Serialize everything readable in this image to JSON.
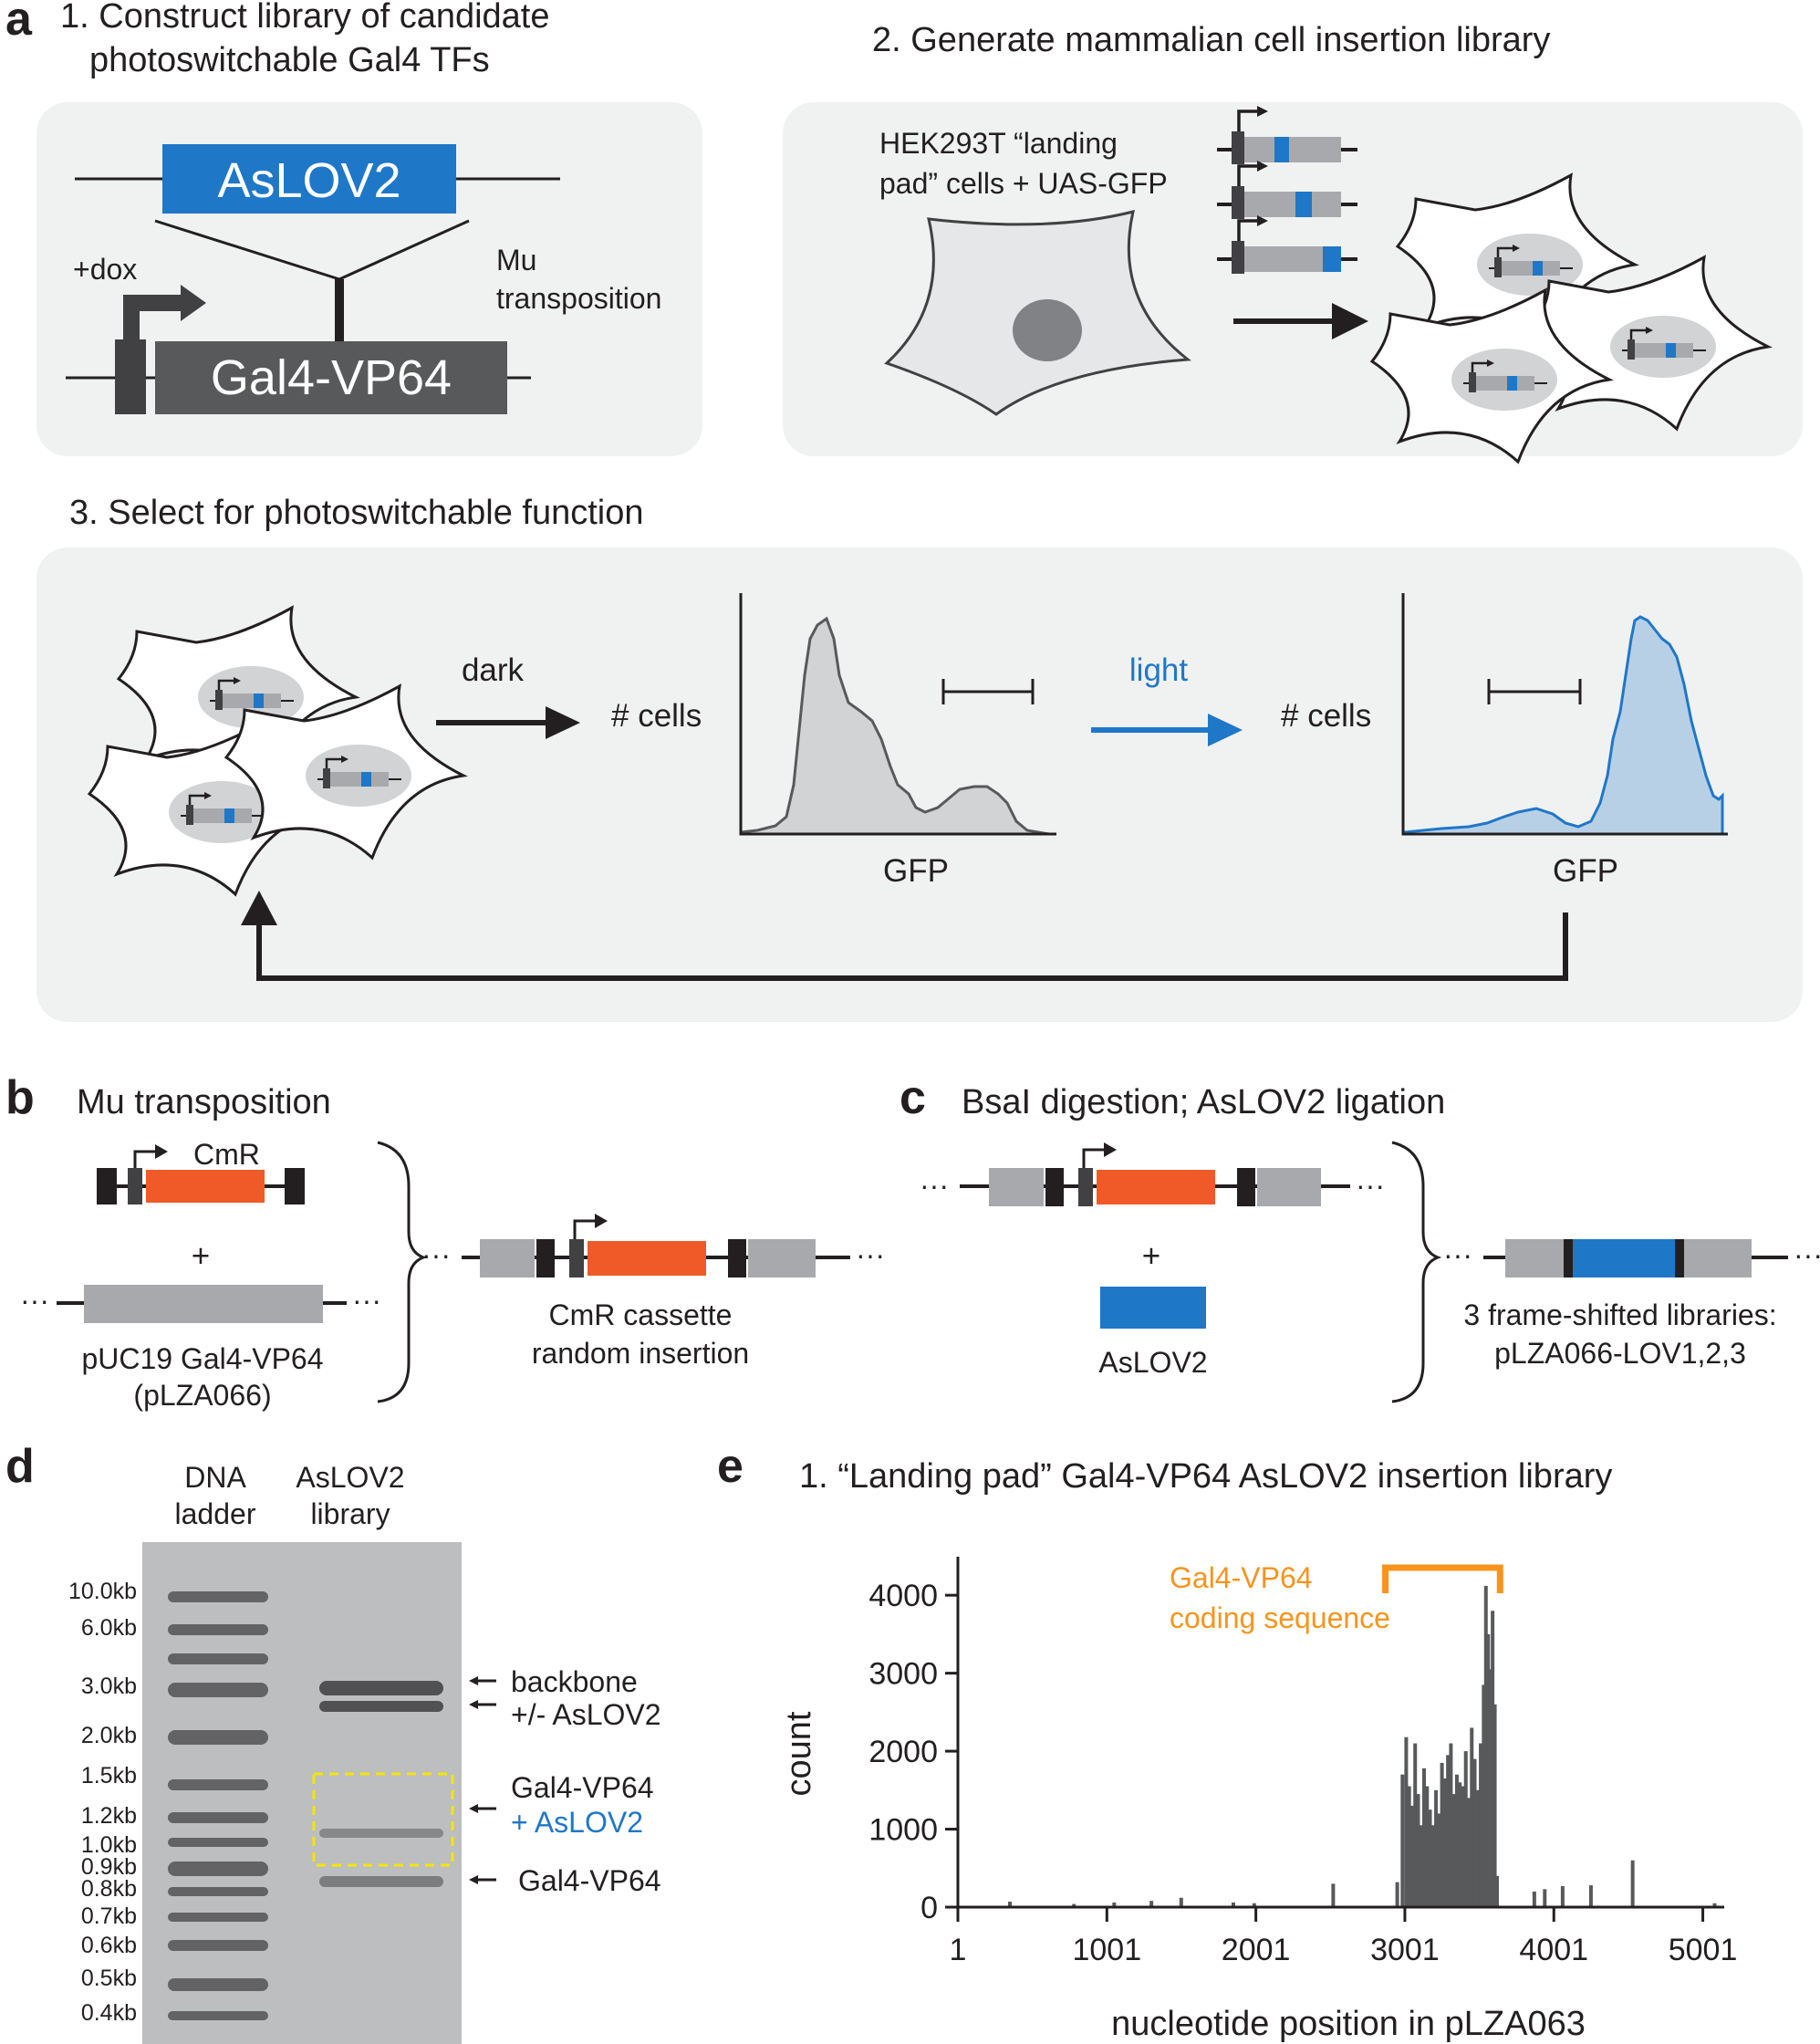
{
  "panel_a": {
    "label": "a",
    "step1": {
      "line1": "1. Construct library of candidate",
      "line2": "photoswitchable Gal4 TFs"
    },
    "step2": "2. Generate mammalian cell insertion library",
    "step3": "3. Select for photoswitchable function",
    "aslov2": "AsLOV2",
    "gal4vp64": "Gal4-VP64",
    "dox": "+dox",
    "mu1": "Mu",
    "mu2": "transposition",
    "hek1": "HEK293T “landing",
    "hek2": "pad” cells + UAS-GFP",
    "dark": "dark",
    "light": "light",
    "cells1": "# cells",
    "cells2": "# cells",
    "gfp1": "GFP",
    "gfp2": "GFP"
  },
  "panel_b": {
    "label": "b",
    "title": "Mu transposition",
    "cmr": "CmR",
    "plus": "+",
    "puc1": "pUC19 Gal4-VP64",
    "puc2": "(pLZA066)",
    "res1": "CmR cassette",
    "res2": "random insertion",
    "dots": "···"
  },
  "panel_c": {
    "label": "c",
    "title": "BsaI digestion; AsLOV2 ligation",
    "plus": "+",
    "aslov2": "AsLOV2",
    "res1": "3 frame-shifted libraries:",
    "res2": "pLZA066-LOV1,2,3",
    "dots": "···"
  },
  "panel_d": {
    "label": "d",
    "col1a": "DNA",
    "col1b": "ladder",
    "col2a": "AsLOV2",
    "col2b": "library",
    "ladder": [
      "10.0kb",
      "6.0kb",
      "3.0kb",
      "2.0kb",
      "1.5kb",
      "1.2kb",
      "1.0kb",
      "0.9kb",
      "0.8kb",
      "0.7kb",
      "0.6kb",
      "0.5kb",
      "0.4kb"
    ],
    "band1a": "backbone",
    "band1b": "+/- AsLOV2",
    "band2a": "Gal4-VP64",
    "band2b": "+ AsLOV2",
    "band3": "Gal4-VP64"
  },
  "panel_e": {
    "label": "e",
    "title": "1. “Landing pad” Gal4-VP64 AsLOV2 insertion library",
    "annot1": "Gal4-VP64",
    "annot2": "coding sequence",
    "colors": {
      "annotation": "#f7941d",
      "bars": "#58595b"
    }
  },
  "colors": {
    "blue": "#1f77c8",
    "orange": "#f05a28",
    "panel_bg": "#f0f1f1",
    "gray_block": "#a7a9ac",
    "dark_block": "#58595b"
  },
  "chart_data": {
    "type": "bar",
    "title": "1. “Landing pad” Gal4-VP64 AsLOV2 insertion library",
    "xlabel": "nucleotide position in pLZA063",
    "ylabel": "count",
    "xlim": [
      1,
      5120
    ],
    "ylim": [
      0,
      4400
    ],
    "xticks": [
      1,
      1001,
      2001,
      3001,
      4001,
      5001
    ],
    "yticks": [
      0,
      1000,
      2000,
      3000,
      4000
    ],
    "annotation": {
      "text": "Gal4-VP64 coding sequence",
      "x_range": [
        2870,
        3640
      ]
    },
    "x": [
      350,
      780,
      1050,
      1300,
      1500,
      1850,
      1990,
      2520,
      2950,
      2985,
      3010,
      3030,
      3050,
      3070,
      3090,
      3110,
      3130,
      3150,
      3170,
      3190,
      3210,
      3230,
      3250,
      3270,
      3290,
      3310,
      3330,
      3350,
      3370,
      3390,
      3410,
      3430,
      3450,
      3470,
      3490,
      3510,
      3530,
      3545,
      3560,
      3575,
      3590,
      3605,
      3620,
      3870,
      3940,
      4060,
      4250,
      4530,
      5080
    ],
    "values": [
      70,
      40,
      60,
      80,
      120,
      60,
      50,
      300,
      320,
      1700,
      2180,
      1550,
      1300,
      2100,
      1450,
      1050,
      1780,
      1550,
      1250,
      1050,
      1500,
      1200,
      1850,
      1650,
      1950,
      2100,
      1450,
      1700,
      1600,
      1550,
      2000,
      1400,
      2300,
      1900,
      1500,
      2100,
      2850,
      4120,
      3500,
      3050,
      3800,
      2600,
      400,
      200,
      230,
      270,
      280,
      600,
      50
    ]
  }
}
